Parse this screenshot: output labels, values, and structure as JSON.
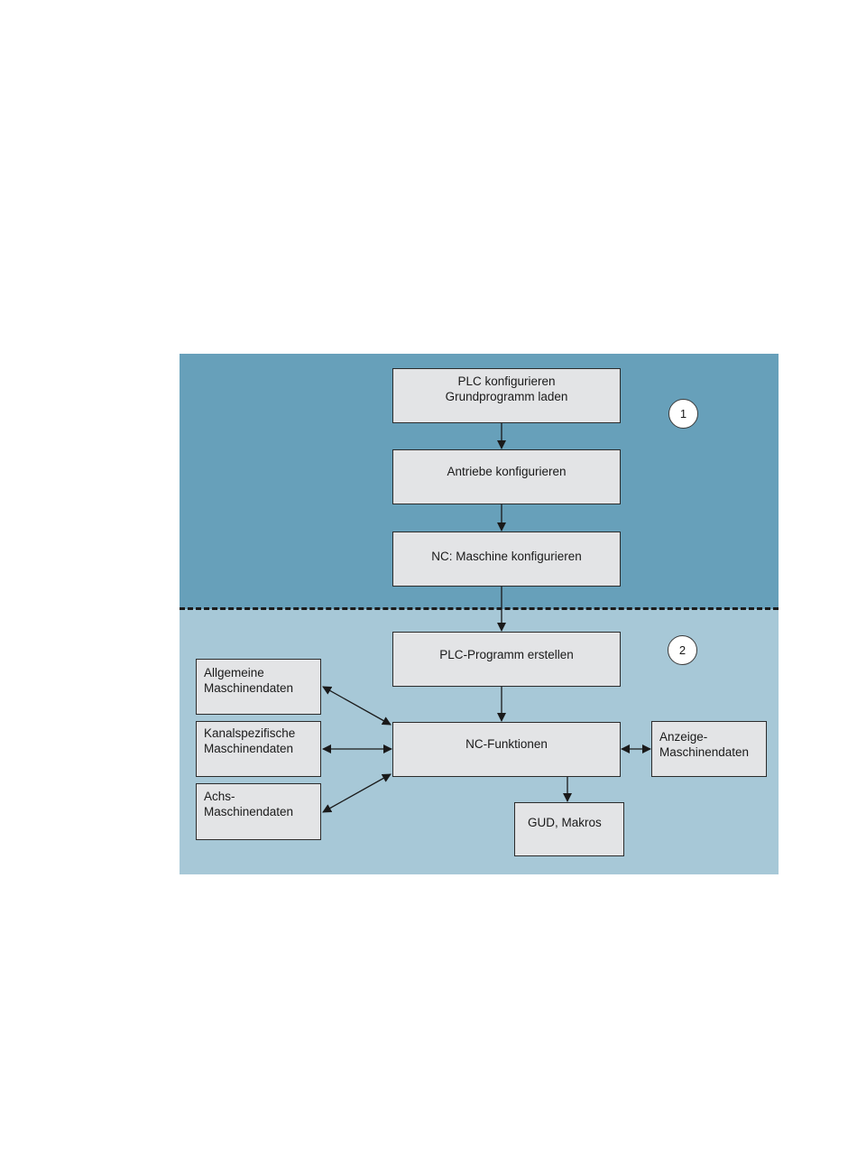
{
  "phase_markers": {
    "phase1": "1",
    "phase2": "2"
  },
  "boxes": {
    "plc_config": {
      "line1": "PLC konfigurieren",
      "line2": "Grundprogramm laden"
    },
    "drives_config": {
      "line1": "Antriebe konfigurieren"
    },
    "nc_machine_config": {
      "line1": "NC: Maschine konfigurieren"
    },
    "plc_program": {
      "line1": "PLC-Programm erstellen"
    },
    "nc_functions": {
      "line1": "NC-Funktionen"
    },
    "general_machine_data": {
      "line1": "Allgemeine",
      "line2": "Maschinendaten"
    },
    "channel_machine_data": {
      "line1": "Kanalspezifische",
      "line2": "Maschinendaten"
    },
    "axis_machine_data": {
      "line1": "Achs-",
      "line2": "Maschinendaten"
    },
    "display_machine_data": {
      "line1": "Anzeige-",
      "line2": "Maschinendaten"
    },
    "gud_macros": {
      "line1": "GUD, Makros"
    }
  },
  "colors": {
    "phase1_background": "#67a0ba",
    "phase2_background": "#a7c8d7",
    "box_fill": "#e3e4e6",
    "line": "#1a1a1a"
  }
}
